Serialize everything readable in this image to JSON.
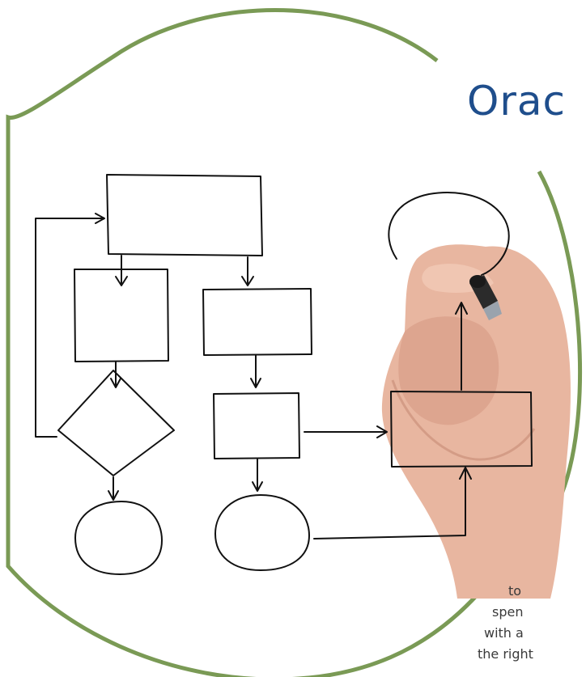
{
  "heading": {
    "title": "Orac"
  },
  "body_text": {
    "lines": [
      "to",
      "spen",
      "with a",
      "the right"
    ]
  },
  "colors": {
    "circle_outline": "#7a9a55",
    "heading": "#1f4e8c",
    "ink": "#111111"
  }
}
